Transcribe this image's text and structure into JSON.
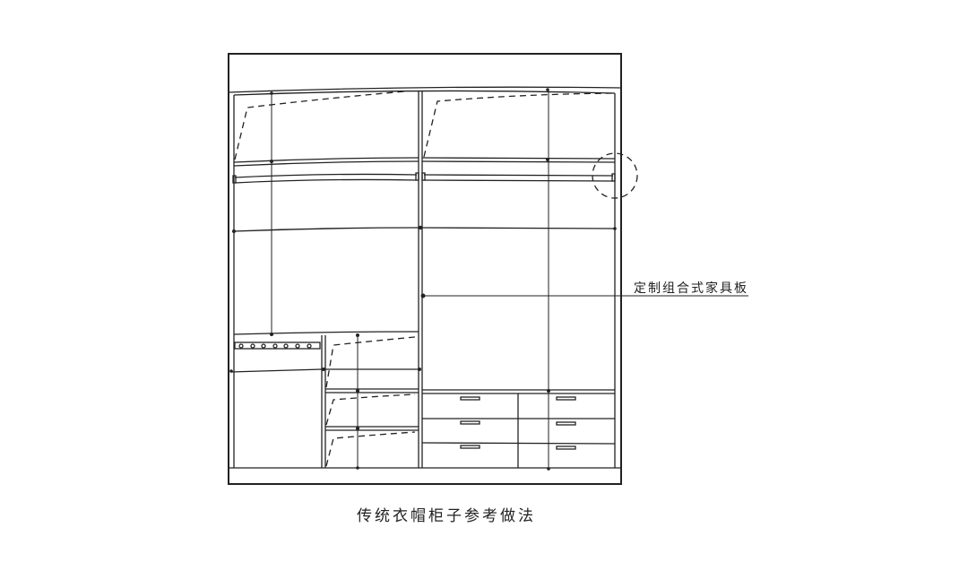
{
  "diagram": {
    "type": "elevation-drawing",
    "subject": "wardrobe",
    "callouts": [
      {
        "label": "定制组合式家具板",
        "target": "center-divider-panel"
      }
    ],
    "detail_circle": {
      "target": "hanging-rod-end-bracket"
    },
    "caption": "传统衣帽柜子参考做法",
    "stroke_color": "#222222",
    "background_color": "#ffffff"
  }
}
